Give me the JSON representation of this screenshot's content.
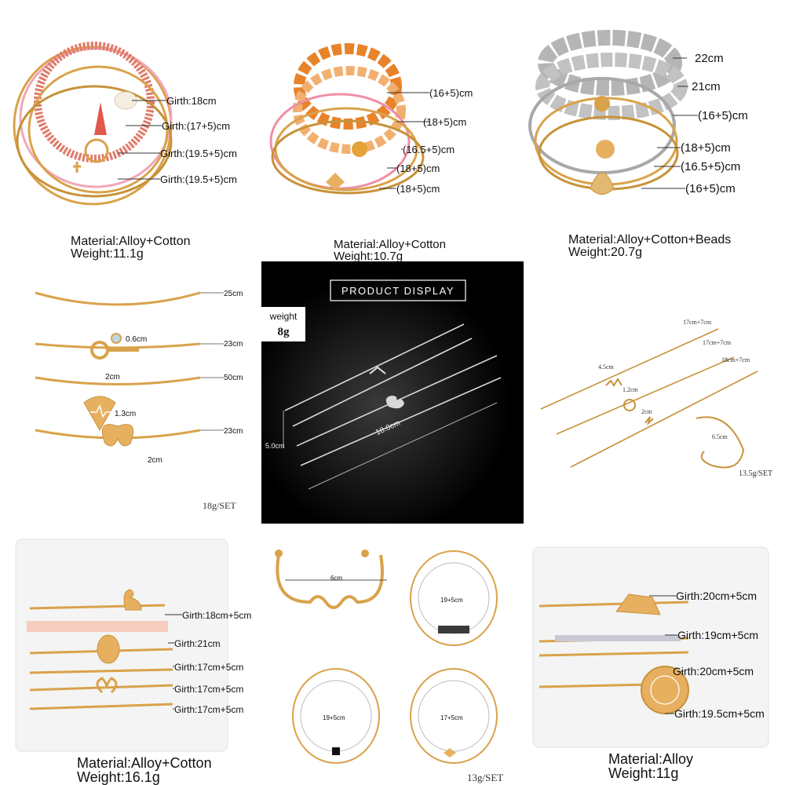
{
  "colors": {
    "gold": "#d9a24a",
    "goldDark": "#b9802e",
    "silver": "#b5b5b5",
    "pink": "#ef8fa5",
    "black": "#000000"
  },
  "p1": {
    "labels": [
      "Girth:18cm",
      "Girth:(17+5)cm",
      "Girth:(19.5+5)cm",
      "Girth:(19.5+5)cm"
    ],
    "material": "Material:Alloy+Cotton",
    "weight": "Weight:11.1g"
  },
  "p2": {
    "labels": [
      "(16+5)cm",
      "(18+5)cm",
      "(16.5+5)cm",
      "(18+5)cm",
      "(18+5)cm"
    ],
    "material": "Material:Alloy+Cotton",
    "weight": "Weight:10.7g"
  },
  "p3": {
    "labels": [
      "22cm",
      "21cm",
      "(16+5)cm",
      "(18+5)cm",
      "(16.5+5)cm",
      "(16+5)cm"
    ],
    "material": "Material:Alloy+Cotton+Beads",
    "weight": "Weight:20.7g"
  },
  "p4": {
    "lengths": [
      "25cm",
      "23cm",
      "50cm",
      "23cm"
    ],
    "dims": [
      "0.6cm",
      "2cm",
      "1.3cm",
      "2cm"
    ],
    "weight": "18g/SET"
  },
  "p5": {
    "title": "PRODUCT DISPLAY",
    "weight_label": "weight",
    "weight_value": "8g",
    "dims": [
      "5.0cm",
      "18.0cm"
    ]
  },
  "p6": {
    "lengths": [
      "17cm+7cm",
      "17cm+7cm",
      "18cm+7cm"
    ],
    "dims": [
      "4.5cm",
      "1.2cm",
      "2cm",
      "6.5cm"
    ],
    "weight": "13.5g/SET"
  },
  "p7": {
    "labels": [
      "Girth:18cm+5cm",
      "Girth:21cm",
      "Girth:17cm+5cm",
      "Girth:17cm+5cm",
      "Girth:17cm+5cm"
    ],
    "material": "Material:Alloy+Cotton",
    "weight": "Weight:16.1g"
  },
  "p8": {
    "dims": [
      "6cm",
      "19+5cm",
      "19+5cm",
      "17+5cm"
    ],
    "weight": "13g/SET"
  },
  "p9": {
    "labels": [
      "Girth:20cm+5cm",
      "Girth:19cm+5cm",
      "Girth:20cm+5cm",
      "Girth:19.5cm+5cm"
    ],
    "material": "Material:Alloy",
    "weight": "Weight:11g"
  }
}
